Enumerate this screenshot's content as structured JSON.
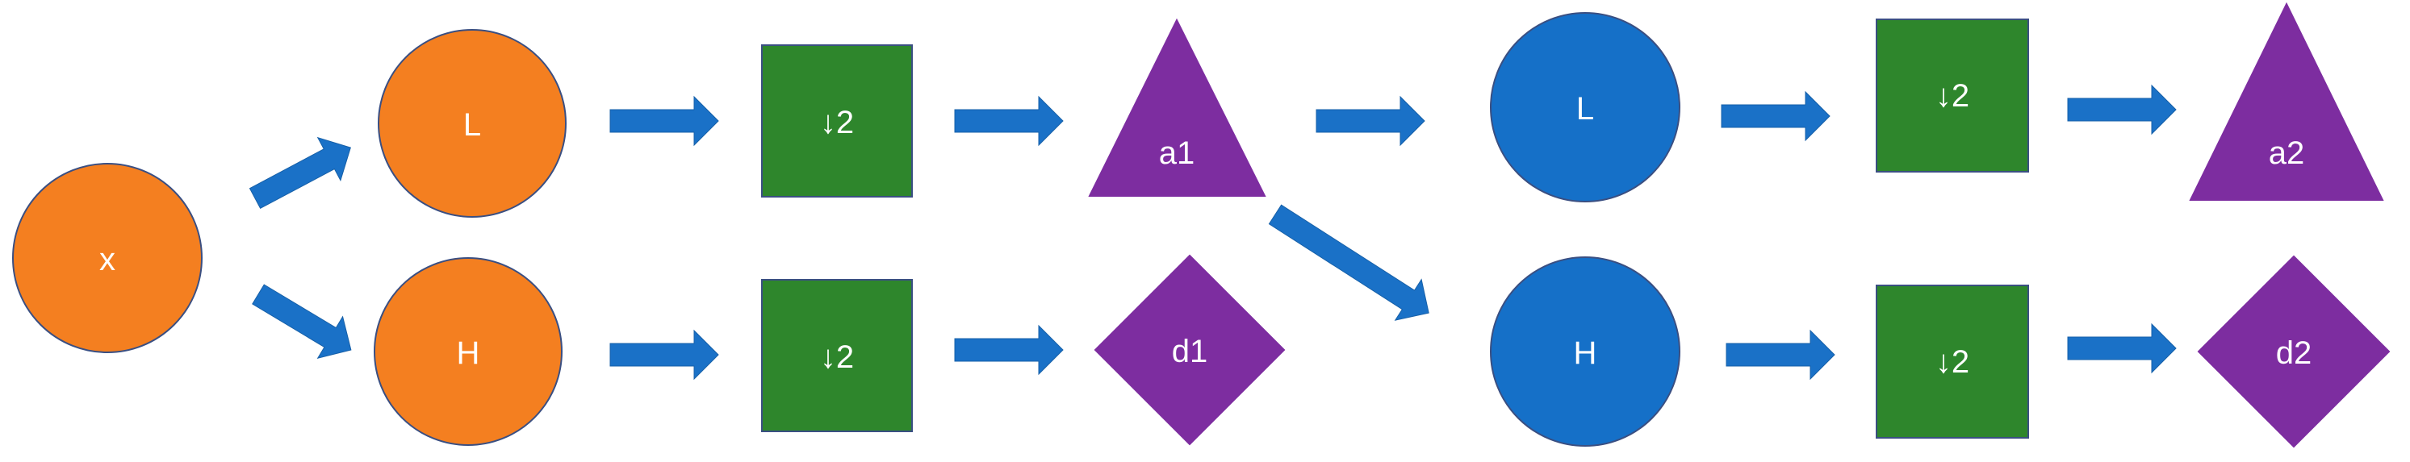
{
  "colors": {
    "orange": "#F47F20",
    "blue": "#1570C8",
    "green": "#2E862C",
    "purple": "#7D2DA0",
    "arrow": "#1A71C7",
    "outline": "#3A4F82"
  },
  "nodes": {
    "x": "x",
    "l1": "L",
    "h1": "H",
    "ds1_top": "↓2",
    "ds1_bottom": "↓2",
    "a1": "a1",
    "d1": "d1",
    "l2": "L",
    "h2": "H",
    "ds2_top": "↓2",
    "ds2_bottom": "↓2",
    "a2": "a2",
    "d2": "d2"
  }
}
